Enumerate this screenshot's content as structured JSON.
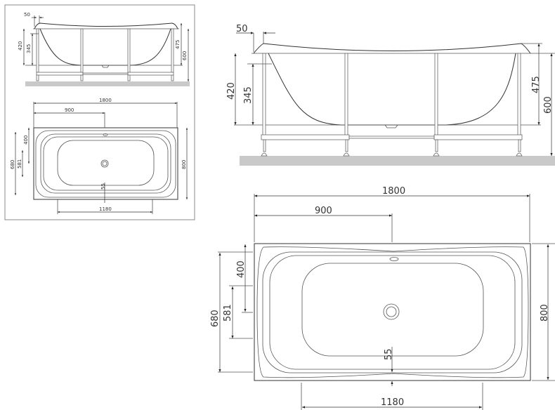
{
  "drawing": {
    "subject": "bathtub technical drawing",
    "units": "mm",
    "colors": {
      "line": "#333333",
      "ground": "#c9c9c9",
      "frame": "#888888",
      "background": "#ffffff"
    }
  },
  "side_view": {
    "dims": {
      "rim_overhang": "50",
      "depth_420": "420",
      "depth_345": "345",
      "height_475": "475",
      "height_600": "600"
    }
  },
  "top_view": {
    "dims": {
      "length": "1800",
      "half_length": "900",
      "width": "800",
      "inner_680": "680",
      "inner_581": "581",
      "offset_400": "400",
      "offset_55": "55",
      "bottom_1180": "1180"
    }
  },
  "thumbnail": {
    "side_view": {
      "dims": {
        "rim_overhang": "50",
        "depth_420": "420",
        "depth_345": "345",
        "height_475": "475",
        "height_600": "600"
      }
    },
    "top_view": {
      "dims": {
        "length": "1800",
        "half_length": "900",
        "width": "800",
        "inner_680": "680",
        "inner_581": "581",
        "offset_400": "400",
        "offset_55": "55",
        "bottom_1180": "1180"
      }
    }
  }
}
